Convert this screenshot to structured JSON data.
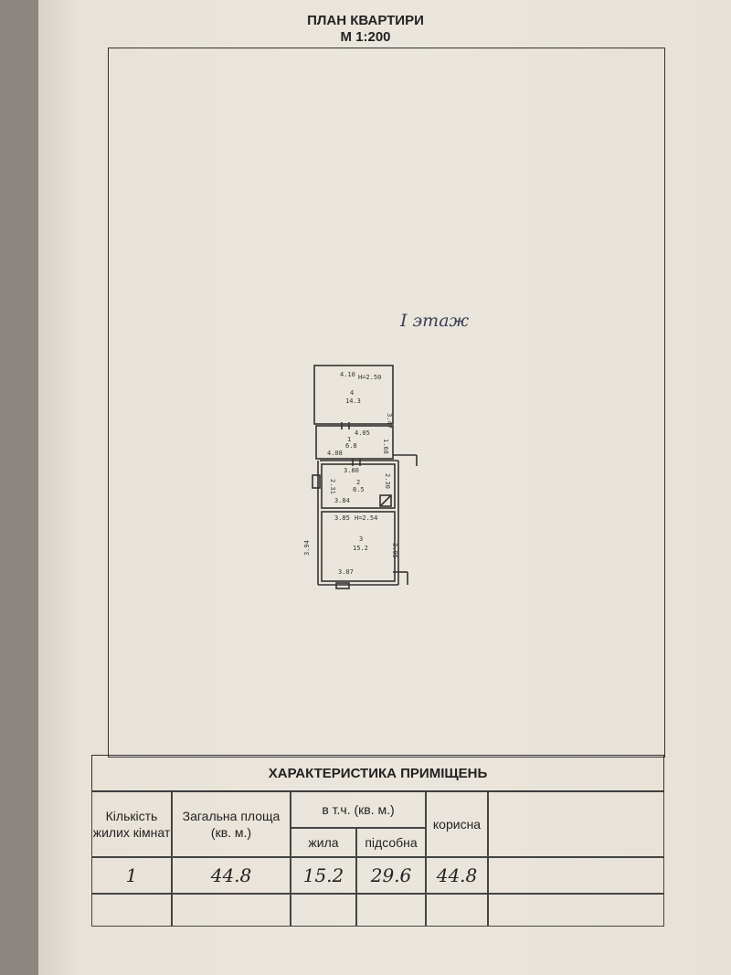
{
  "header": {
    "title": "ПЛАН КВАРТИРИ",
    "scale": "М 1:200"
  },
  "floor_label": "I этаж",
  "plan": {
    "room4": {
      "number": "4",
      "area": "14.3",
      "dim_top": "4.10",
      "height": "H=2.50",
      "dim_side": "3.47"
    },
    "room1": {
      "number": "1",
      "area": "6.8",
      "dim_top": "4.05",
      "dim_bottom": "4.08",
      "dim_side": "1.68"
    },
    "room2": {
      "number": "2",
      "area": "8.5",
      "dim_top": "3.80",
      "dim_bottom": "3.84",
      "dim_left": "2.31",
      "dim_right": "2.30"
    },
    "room3": {
      "number": "3",
      "area": "15.2",
      "dim_top": "3.85",
      "height": "H=2.54",
      "dim_left": "3.94",
      "dim_right": "3.95",
      "dim_bottom": "3.87"
    }
  },
  "table": {
    "title": "ХАРАКТЕРИСТИКА ПРИМІЩЕНЬ",
    "headers": {
      "rooms": "Кількість жилих кімнат",
      "total": "Загальна площа (кв. м.)",
      "incl": "в т.ч. (кв. м.)",
      "living": "жила",
      "aux": "підсобна",
      "useful": "корисна"
    },
    "row": {
      "rooms": "1",
      "total": "44.8",
      "living": "15.2",
      "aux": "29.6",
      "useful": "44.8"
    }
  }
}
